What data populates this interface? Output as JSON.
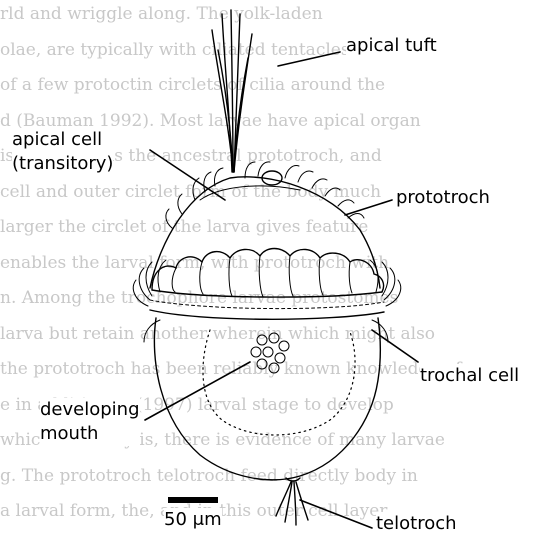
{
  "background_text_lines": [
    "rld and wriggle along. The yolk-laden",
    "olae, are typically with ciliated tentacles",
    "of a few protoctin circlets of cilia around the",
    "d (Bauman 1992). Most larvae have apical organ",
    "is regarded as the ancestral prototroch, and",
    "cell and outer circlet form of the body much",
    "larger the circlet of the larva gives feature",
    "enables the larval form, with prototroch with",
    "n. Among the trochophore larvae protostomes",
    "larva but retain another wherein which might also",
    "the prototroch has been reliably known knowledge of",
    "e in addition to (1997) larval stage to develop",
    "which are early is, there is evidence of many larvae",
    "g. The prototroch telotroch feed directly body in",
    "a larval form, the, and in this outer cell layer"
  ],
  "labels": {
    "apical_tuft": "apical tuft",
    "apical_cell_line1": "apical cell",
    "apical_cell_line2": "(transitory)",
    "prototroch": "prototroch",
    "trochal_cell": "trochal cell",
    "developing_mouth_line1": "developing",
    "developing_mouth_line2": "mouth",
    "telotroch": "telotroch"
  },
  "scale_bar": {
    "label": "50 μm"
  }
}
